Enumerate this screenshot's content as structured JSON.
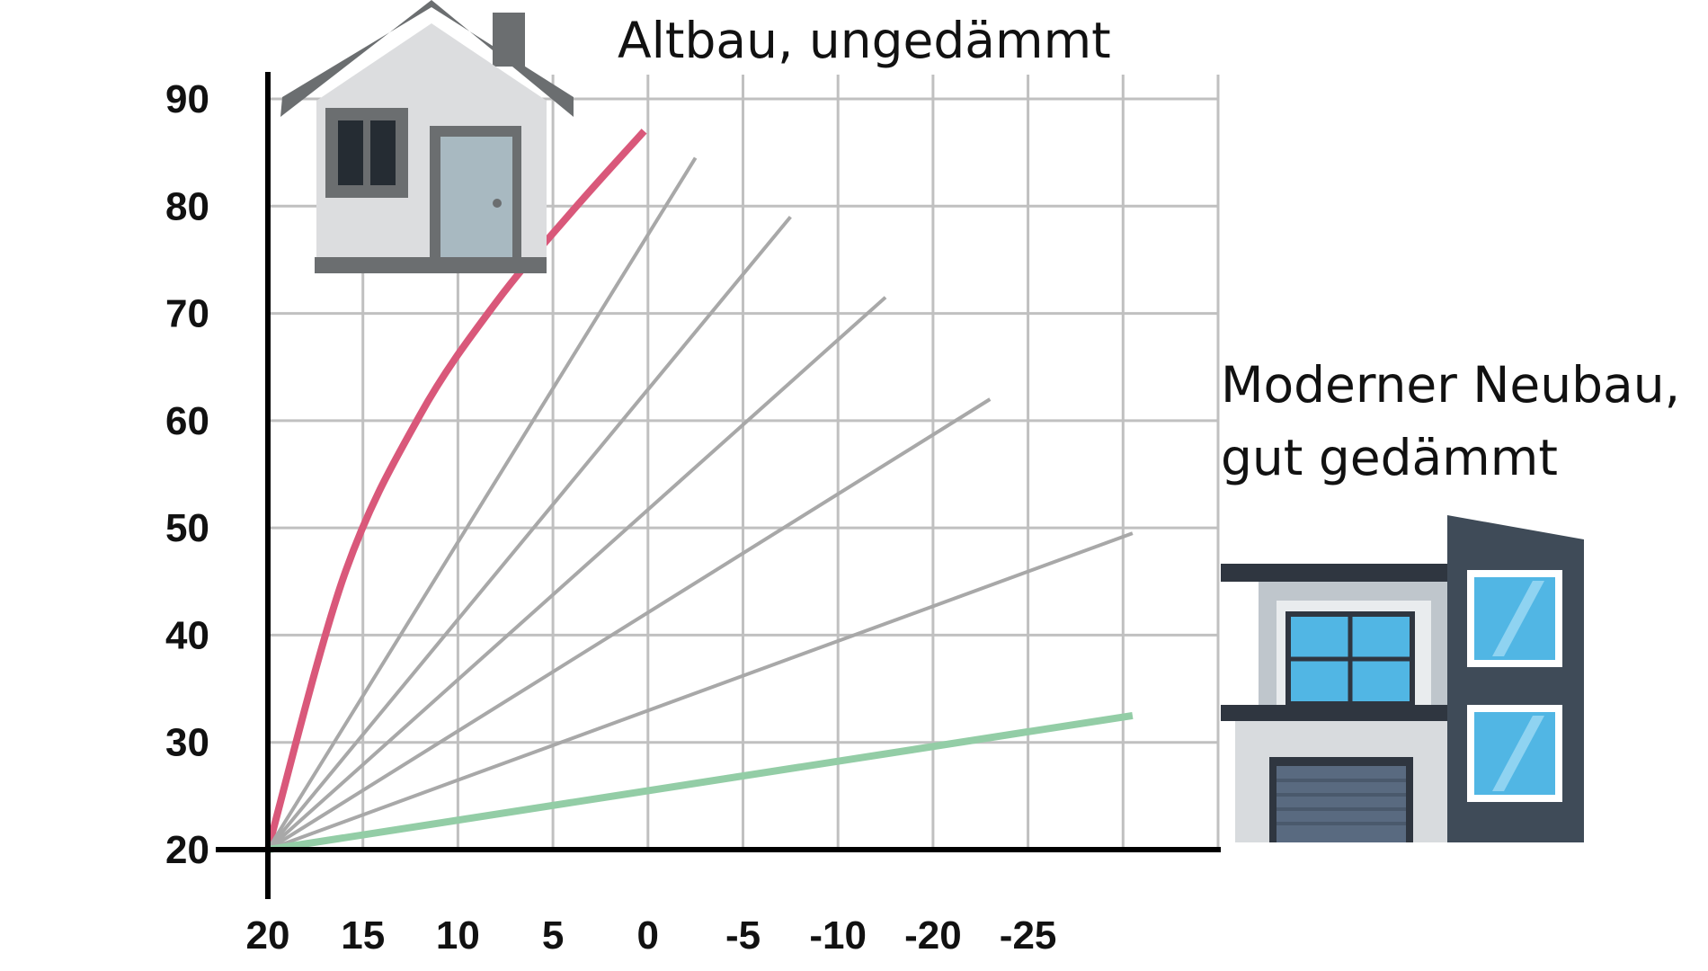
{
  "colors": {
    "grid": "#c0c0c0",
    "axis": "#000000",
    "curve_gray": "#a8a8a8",
    "curve_old": "#d9587a",
    "curve_new": "#93cda6"
  },
  "labels": {
    "old_house": "Altbau, ungedämmt",
    "new_house_line1": "Moderner Neubau,",
    "new_house_line2": "gut gedämmt"
  },
  "icons": {
    "old_house": "old-house-icon",
    "new_house": "modern-house-icon"
  },
  "chart_data": {
    "type": "line",
    "grid": true,
    "x_tick_labels": [
      "20",
      "15",
      "10",
      "5",
      "0",
      "-5",
      "-10",
      "-20",
      "-25"
    ],
    "y_tick_labels": [
      "20",
      "30",
      "40",
      "50",
      "60",
      "70",
      "80",
      "90"
    ],
    "x_ticks": [
      20,
      15,
      10,
      5,
      0,
      -5,
      -10,
      -15,
      -20,
      -25,
      -30
    ],
    "y_ticks": [
      20,
      30,
      40,
      50,
      60,
      70,
      80,
      90
    ],
    "xlim": [
      20,
      -30
    ],
    "ylim": [
      20,
      90
    ],
    "series": [
      {
        "style": "old",
        "curved": true,
        "x": [
          20,
          16,
          12,
          8,
          4,
          0.2
        ],
        "y": [
          20,
          45.5,
          60.5,
          71,
          79.5,
          87
        ]
      },
      {
        "style": "gray",
        "curved": false,
        "x": [
          20,
          -2.5
        ],
        "y": [
          20,
          84.5
        ]
      },
      {
        "style": "gray",
        "curved": false,
        "x": [
          20,
          -7.5
        ],
        "y": [
          20,
          79
        ]
      },
      {
        "style": "gray",
        "curved": false,
        "x": [
          20,
          -12.5
        ],
        "y": [
          20,
          71.5
        ]
      },
      {
        "style": "gray",
        "curved": false,
        "x": [
          20,
          -18
        ],
        "y": [
          20,
          62
        ]
      },
      {
        "style": "gray",
        "curved": false,
        "x": [
          20,
          -25.5
        ],
        "y": [
          20,
          49.5
        ]
      },
      {
        "style": "new",
        "curved": false,
        "x": [
          20,
          -25.5
        ],
        "y": [
          20,
          32.5
        ]
      }
    ]
  }
}
